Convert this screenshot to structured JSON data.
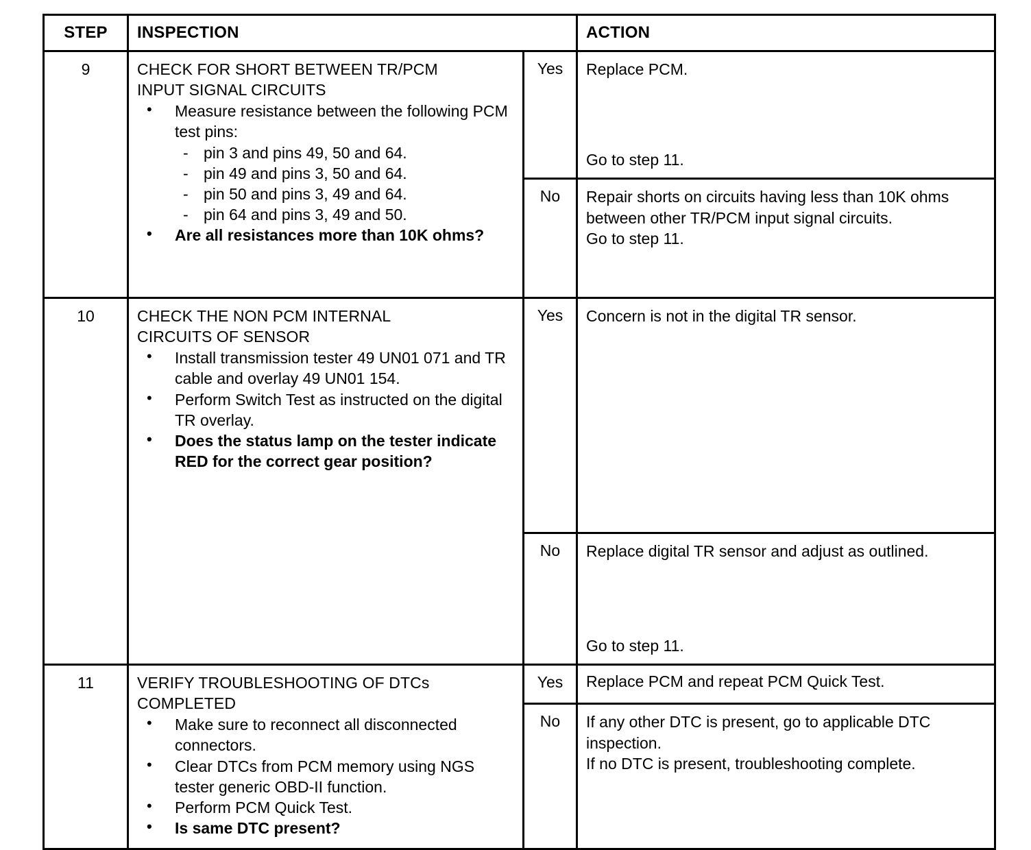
{
  "table": {
    "headers": {
      "step": "STEP",
      "inspection": "INSPECTION",
      "action": "ACTION"
    },
    "rows": [
      {
        "step": "9",
        "inspection": {
          "title_lines": [
            "CHECK FOR SHORT BETWEEN TR/PCM",
            "INPUT SIGNAL CIRCUITS"
          ],
          "bullets": [
            {
              "text": "Measure resistance between the following PCM test pins:",
              "bold": false,
              "sub": [
                "pin 3 and pins 49, 50 and 64.",
                "pin 49 and pins 3, 50 and 64.",
                "pin 50 and pins 3, 49 and 64.",
                "pin 64 and pins 3, 49 and 50."
              ]
            },
            {
              "text": "Are all resistances more than 10K ohms?",
              "bold": true,
              "sub": []
            }
          ]
        },
        "branches": [
          {
            "label": "Yes",
            "top_text": "Replace PCM.",
            "bottom_text": "Go to step 11.",
            "extra_lines": []
          },
          {
            "label": "No",
            "top_text": "Repair shorts on circuits having less than 10K ohms between other TR/PCM input signal circuits.",
            "bottom_text": "",
            "extra_lines": [
              "Go to step 11."
            ]
          }
        ]
      },
      {
        "step": "10",
        "inspection": {
          "title_lines": [
            "CHECK THE NON PCM INTERNAL",
            "CIRCUITS OF SENSOR"
          ],
          "bullets": [
            {
              "text": "Install transmission tester 49 UN01 071 and TR cable and overlay 49 UN01 154.",
              "bold": false,
              "sub": []
            },
            {
              "text": "Perform Switch Test as instructed on the digital TR overlay.",
              "bold": false,
              "sub": []
            },
            {
              "text": "Does the status lamp on the tester indicate RED for the correct gear position?",
              "bold": true,
              "sub": []
            }
          ]
        },
        "branches": [
          {
            "label": "Yes",
            "top_text": "Concern is not in the digital TR sensor.",
            "bottom_text": "",
            "extra_lines": []
          },
          {
            "label": "No",
            "top_text": "Replace digital TR sensor and adjust as outlined.",
            "bottom_text": "Go to step 11.",
            "extra_lines": []
          }
        ]
      },
      {
        "step": "11",
        "inspection": {
          "title_lines": [
            "VERIFY TROUBLESHOOTING OF DTCs",
            "COMPLETED"
          ],
          "bullets": [
            {
              "text": "Make sure to reconnect all disconnected connectors.",
              "bold": false,
              "sub": []
            },
            {
              "text": "Clear DTCs from PCM memory using NGS tester generic OBD-II function.",
              "bold": false,
              "sub": []
            },
            {
              "text": "Perform PCM Quick Test.",
              "bold": false,
              "sub": []
            },
            {
              "text": "Is same DTC present?",
              "bold": true,
              "sub": []
            }
          ]
        },
        "branches": [
          {
            "label": "Yes",
            "top_text": "Replace PCM and repeat PCM Quick Test.",
            "bottom_text": "",
            "extra_lines": []
          },
          {
            "label": "No",
            "top_text": "If any other DTC is present, go to applicable DTC inspection.",
            "bottom_text": "",
            "extra_lines": [
              "If no DTC is present, troubleshooting complete."
            ]
          }
        ]
      }
    ]
  },
  "colors": {
    "ink": "#000000",
    "paper": "#ffffff"
  }
}
